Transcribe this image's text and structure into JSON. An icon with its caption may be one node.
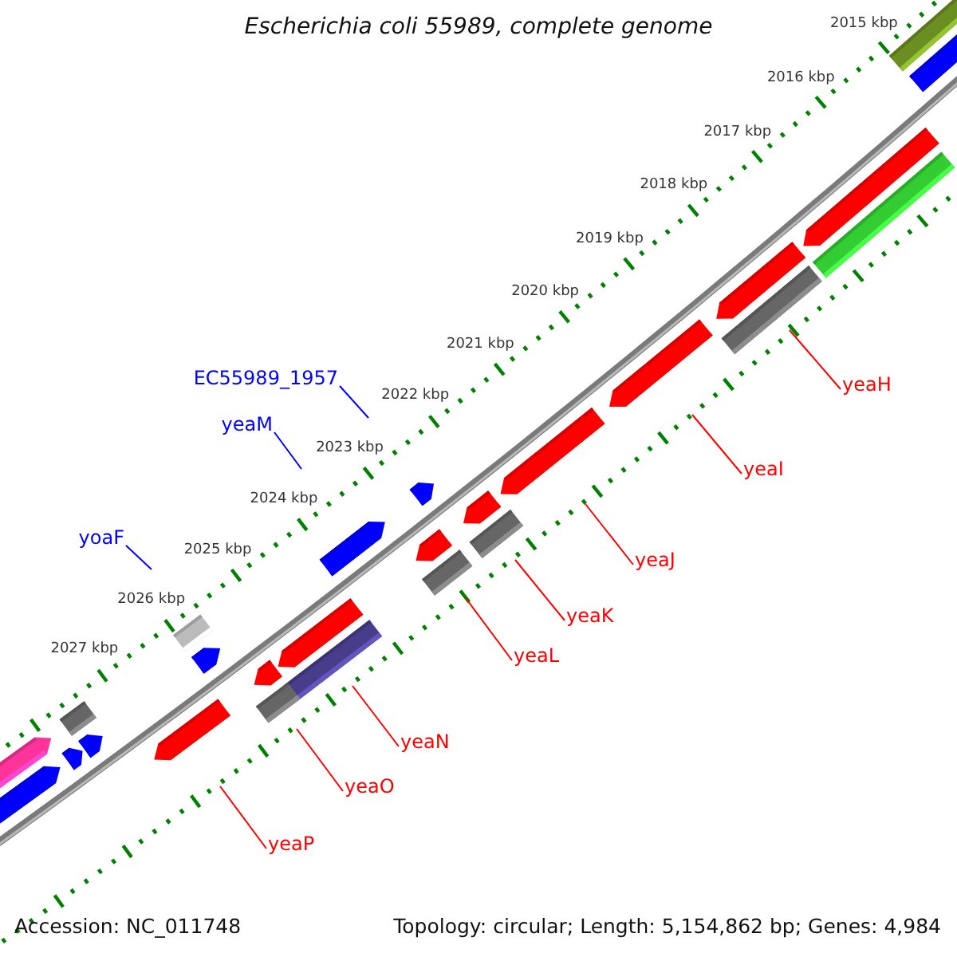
{
  "diagram": {
    "title": "Escherichia coli 55989, complete genome",
    "nodes": [
      {
        "text": [
          "EC55989_1957"
        ]
      },
      {
        "text": [
          "yeaH"
        ]
      },
      {
        "text": [
          "yeaM"
        ]
      },
      {
        "text": [
          "yeaI"
        ]
      },
      {
        "text": [
          "yoaF"
        ]
      },
      {
        "text": [
          "yeaJ"
        ]
      },
      {
        "text": [
          "yeaK"
        ]
      },
      {
        "text": [
          "yeaL"
        ]
      },
      {
        "text": [
          "yeaN"
        ]
      },
      {
        "text": [
          "yeaO"
        ]
      },
      {
        "text": [
          "yeaP"
        ]
      }
    ],
    "edges": [
      {
        "from": 0,
        "to": null,
        "arrow": "none",
        "color": "#0000ff"
      },
      {
        "from": 1,
        "to": null,
        "arrow": "none"
      },
      {
        "from": 2,
        "to": null,
        "arrow": "none",
        "color": "#0000ff"
      },
      {
        "from": 3,
        "to": null,
        "arrow": "none"
      },
      {
        "from": 4,
        "to": null,
        "arrow": "none",
        "color": "#0000ff"
      },
      {
        "from": 5,
        "to": null,
        "arrow": "none"
      },
      {
        "from": 6,
        "to": null,
        "arrow": "none"
      },
      {
        "from": 7,
        "to": null,
        "arrow": "none"
      },
      {
        "from": 8,
        "to": null,
        "arrow": "none"
      },
      {
        "from": 9,
        "to": null,
        "arrow": "none"
      },
      {
        "from": 10,
        "to": null,
        "arrow": "none"
      }
    ],
    "labels": [
      "2015 kbp",
      "2016 kbp",
      "2017 kbp",
      "2018 kbp",
      "2019 kbp",
      "2020 kbp",
      "2021 kbp",
      "2022 kbp",
      "2023 kbp",
      "2024 kbp",
      "2025 kbp",
      "2026 kbp",
      "2027 kbp",
      "Accession: NC_011748",
      "Topology: circular; Length: 5,154,862 bp; Genes: 4,984"
    ]
  }
}
